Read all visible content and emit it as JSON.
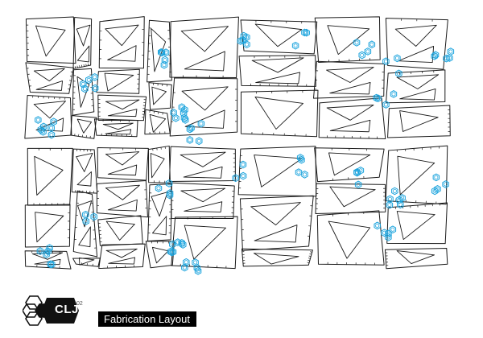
{
  "layout": {
    "panel_stroke": "#1a1a1a",
    "node_stroke": "#1aa3dd",
    "background": "#ffffff",
    "sheet_count": 2
  },
  "logo": {
    "text": "CLJ",
    "superscript": "02",
    "mark_color": "#111111",
    "icon": "hexagon-cluster-icon"
  },
  "title": "Fabrication Layout"
}
